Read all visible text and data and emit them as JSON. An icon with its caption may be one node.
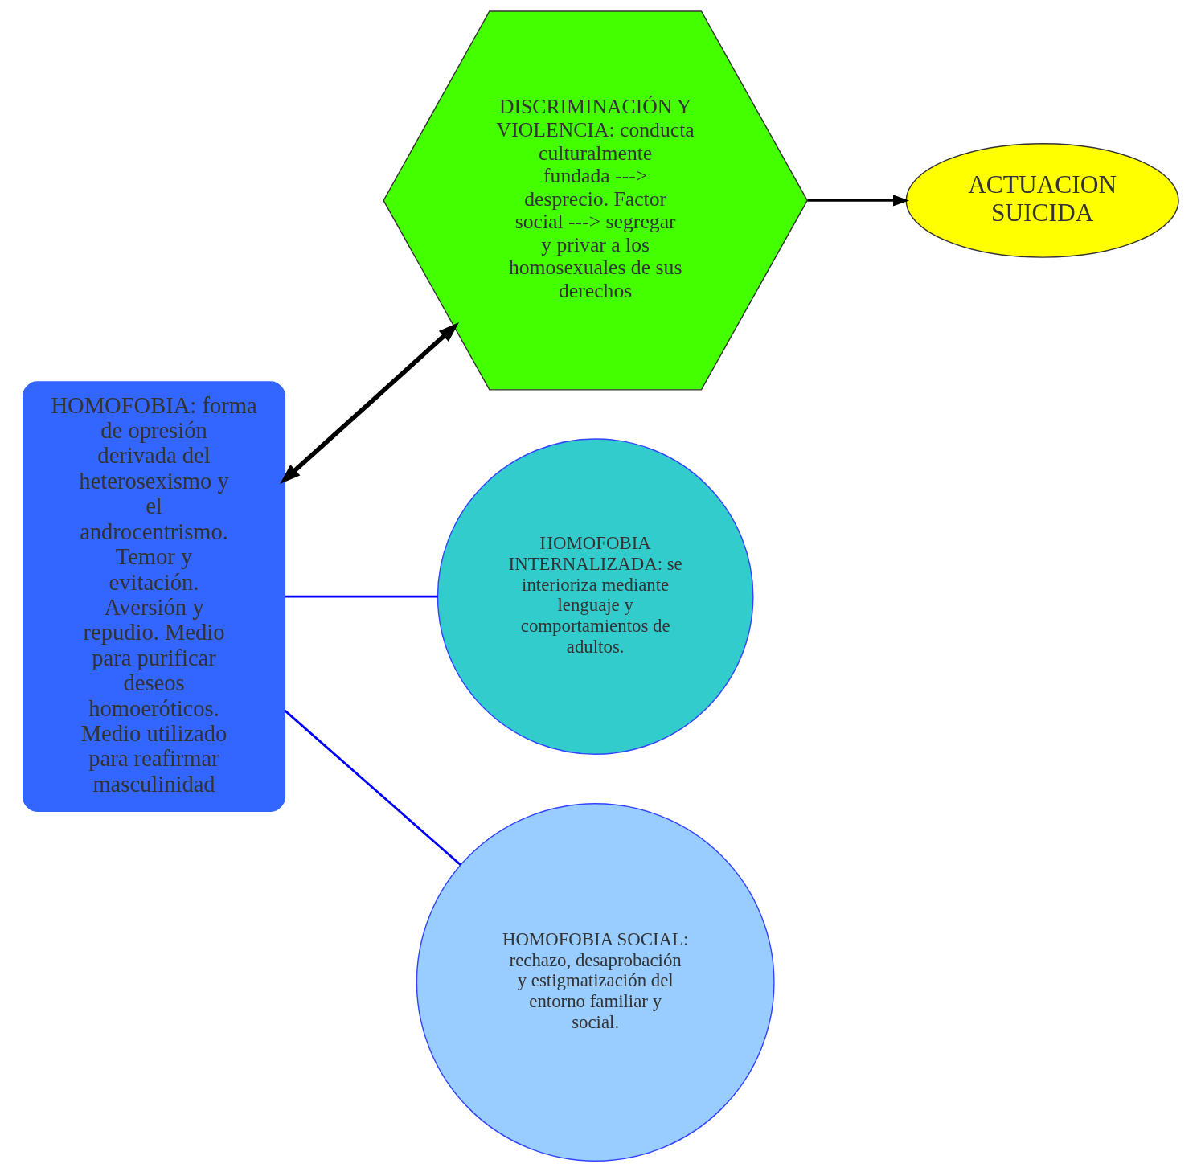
{
  "diagram": {
    "nodes": [
      {
        "text": [
          "HOMOFOBIA: forma de opresión derivada del heterosexismo y el androcentrismo. Temor y evitación. Aversión y repudio. Medio para purificar deseos homoeróticos. Medio utilizado para reafirmar masculinidad"
        ]
      },
      {
        "text": [
          "DISCRIMINACIÓN Y VIOLENCIA: conducta culturalmente fundada ---> desprecio. Factor social ---> segregar y privar a los homosexuales de sus derechos"
        ]
      },
      {
        "text": [
          "ACTUACION SUICIDA"
        ]
      },
      {
        "text": [
          "HOMOFOBIA INTERNALIZADA: se interioriza mediante lenguaje y comportamientos de adultos."
        ]
      },
      {
        "text": [
          "HOMOFOBIA SOCIAL: rechazo, desaprobación y estigmatización del entorno familiar y social."
        ]
      }
    ],
    "edges": [
      {
        "from": 0,
        "to": 1,
        "arrow": "both",
        "style": "thick"
      },
      {
        "from": 1,
        "to": 2,
        "arrow": "to"
      },
      {
        "from": 0,
        "to": 3,
        "arrow": "none",
        "color": "#0000ff"
      },
      {
        "from": 0,
        "to": 4,
        "arrow": "none",
        "color": "#0000ff"
      }
    ]
  }
}
